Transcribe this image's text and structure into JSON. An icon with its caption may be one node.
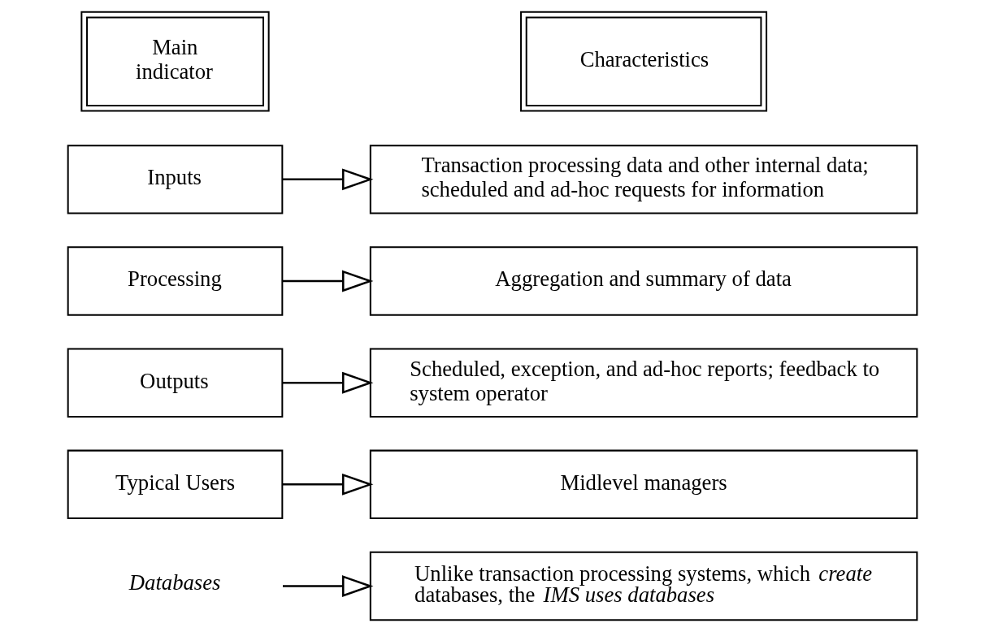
{
  "diagram": {
    "nodes": [
      {
        "text": [
          "Main indicator"
        ]
      },
      {
        "text": [
          "Characteristics"
        ]
      },
      {
        "text": [
          "Inputs"
        ]
      },
      {
        "text": [
          "Transaction processing data and other internal data; scheduled and ad-hoc requests for information"
        ]
      },
      {
        "text": [
          "Processing"
        ]
      },
      {
        "text": [
          "Aggregation and summary of data"
        ]
      },
      {
        "text": [
          "Outputs"
        ]
      },
      {
        "text": [
          "Scheduled, exception, and ad-hoc reports; feedback to system operator"
        ]
      },
      {
        "text": [
          "Typical Users"
        ]
      },
      {
        "text": [
          "Midlevel managers"
        ]
      },
      {
        "text": [
          "Databases"
        ]
      },
      {
        "text": [
          "Unlike transaction processing systems, which *create* databases, the *IMS uses databases*"
        ]
      }
    ],
    "edges": [
      {
        "from": 2,
        "to": 3,
        "arrow": "to"
      },
      {
        "from": 4,
        "to": 5,
        "arrow": "to"
      },
      {
        "from": 6,
        "to": 7,
        "arrow": "to"
      },
      {
        "from": 8,
        "to": 9,
        "arrow": "to"
      },
      {
        "from": 10,
        "to": 11,
        "arrow": "to"
      }
    ]
  }
}
